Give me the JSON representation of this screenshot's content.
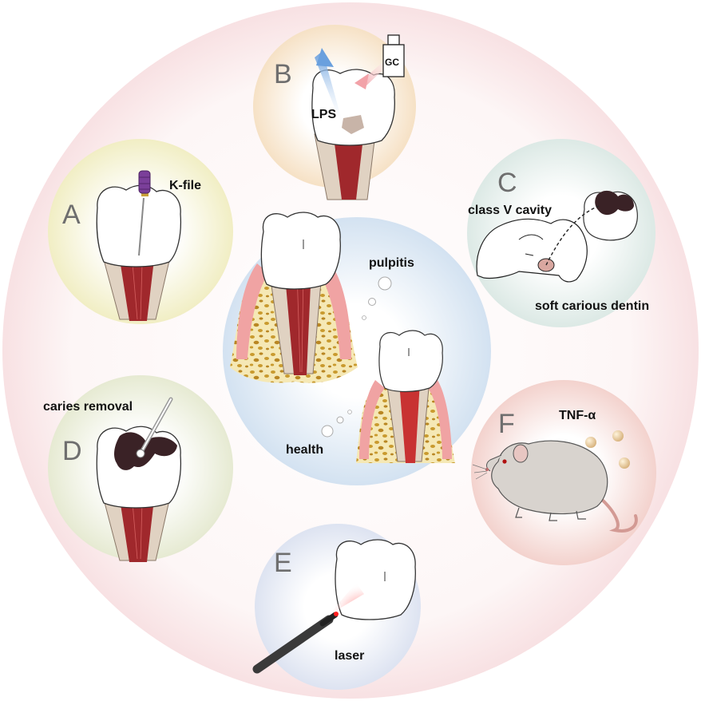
{
  "panels": {
    "A": {
      "letter": "A",
      "label": "K-file"
    },
    "B": {
      "letter": "B",
      "lps": "LPS",
      "gc": "GC"
    },
    "C": {
      "letter": "C",
      "cavity": "class V cavity",
      "dentin": "soft carious dentin"
    },
    "D": {
      "letter": "D",
      "label": "caries removal"
    },
    "E": {
      "letter": "E",
      "label": "laser"
    },
    "F": {
      "letter": "F",
      "label": "TNF-α"
    }
  },
  "center": {
    "pulpitis": "pulpitis",
    "health": "health"
  },
  "colors": {
    "outer_ring": "#f9e4e6",
    "panel_a": "#f1eec4",
    "panel_b": "#f6e1c5",
    "panel_c": "#dce9e5",
    "panel_d": "#e6ead2",
    "panel_e": "#dde3f1",
    "panel_f": "#f3d2cd",
    "center": "#d3e2f1",
    "pulp": "#a0282c",
    "root": "#e0d2c2",
    "gum": "#f0a3a3",
    "bone": "#f5e8b5",
    "caries": "#3a2226"
  }
}
